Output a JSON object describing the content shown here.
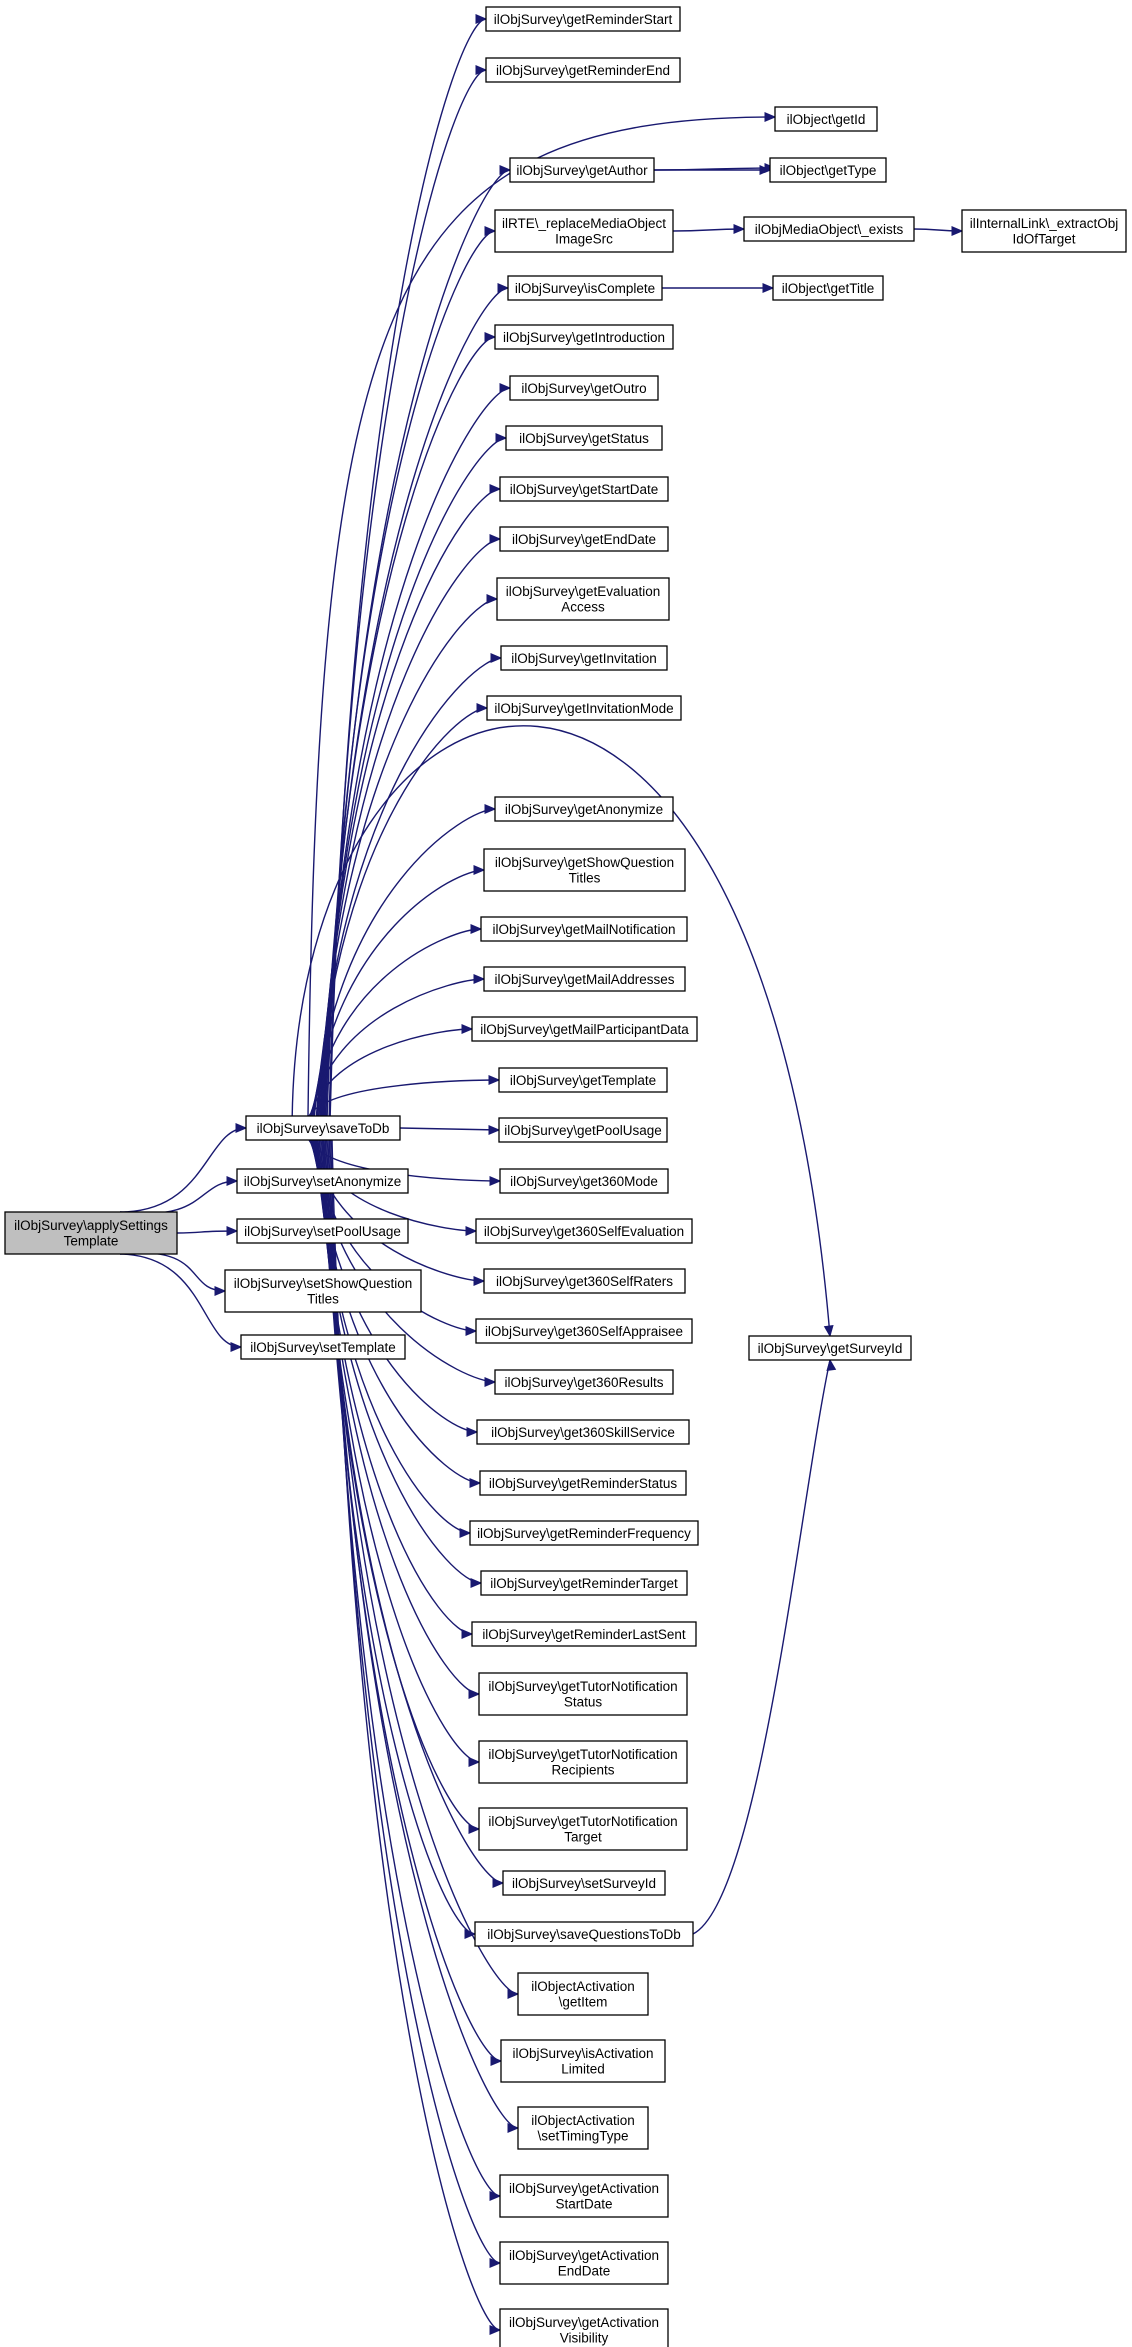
{
  "colors": {
    "edge": "#191970",
    "node_fill": "#ffffff",
    "root_fill": "#bfbfbf",
    "border": "#000000"
  },
  "nodes": [
    {
      "id": "n0",
      "lines": [
        "ilObjSurvey\\applySettings",
        "Template"
      ],
      "root": true
    },
    {
      "id": "n1",
      "lines": [
        "ilObjSurvey\\saveToDb"
      ]
    },
    {
      "id": "n2",
      "lines": [
        "ilObjSurvey\\setAnonymize"
      ]
    },
    {
      "id": "n3",
      "lines": [
        "ilObjSurvey\\setPoolUsage"
      ]
    },
    {
      "id": "n4",
      "lines": [
        "ilObjSurvey\\setShowQuestion",
        "Titles"
      ]
    },
    {
      "id": "n5",
      "lines": [
        "ilObjSurvey\\setTemplate"
      ]
    },
    {
      "id": "t1",
      "lines": [
        "ilObjSurvey\\getReminderStart"
      ]
    },
    {
      "id": "t2",
      "lines": [
        "ilObjSurvey\\getReminderEnd"
      ]
    },
    {
      "id": "t3",
      "lines": [
        "ilObjSurvey\\getAuthor"
      ]
    },
    {
      "id": "t4",
      "lines": [
        "ilRTE\\_replaceMediaObject",
        "ImageSrc"
      ]
    },
    {
      "id": "t5",
      "lines": [
        "ilObjSurvey\\isComplete"
      ]
    },
    {
      "id": "t6",
      "lines": [
        "ilObjSurvey\\getIntroduction"
      ]
    },
    {
      "id": "t7",
      "lines": [
        "ilObjSurvey\\getOutro"
      ]
    },
    {
      "id": "t8",
      "lines": [
        "ilObjSurvey\\getStatus"
      ]
    },
    {
      "id": "t9",
      "lines": [
        "ilObjSurvey\\getStartDate"
      ]
    },
    {
      "id": "t10",
      "lines": [
        "ilObjSurvey\\getEndDate"
      ]
    },
    {
      "id": "t11",
      "lines": [
        "ilObjSurvey\\getEvaluation",
        "Access"
      ]
    },
    {
      "id": "t12",
      "lines": [
        "ilObjSurvey\\getInvitation"
      ]
    },
    {
      "id": "t13",
      "lines": [
        "ilObjSurvey\\getInvitationMode"
      ]
    },
    {
      "id": "t14",
      "lines": [
        "ilObjSurvey\\getAnonymize"
      ]
    },
    {
      "id": "t15",
      "lines": [
        "ilObjSurvey\\getShowQuestion",
        "Titles"
      ]
    },
    {
      "id": "t16",
      "lines": [
        "ilObjSurvey\\getMailNotification"
      ]
    },
    {
      "id": "t17",
      "lines": [
        "ilObjSurvey\\getMailAddresses"
      ]
    },
    {
      "id": "t18",
      "lines": [
        "ilObjSurvey\\getMailParticipantData"
      ]
    },
    {
      "id": "t19",
      "lines": [
        "ilObjSurvey\\getTemplate"
      ]
    },
    {
      "id": "t20",
      "lines": [
        "ilObjSurvey\\getPoolUsage"
      ]
    },
    {
      "id": "t21",
      "lines": [
        "ilObjSurvey\\get360Mode"
      ]
    },
    {
      "id": "t22",
      "lines": [
        "ilObjSurvey\\get360SelfEvaluation"
      ]
    },
    {
      "id": "t23",
      "lines": [
        "ilObjSurvey\\get360SelfRaters"
      ]
    },
    {
      "id": "t24",
      "lines": [
        "ilObjSurvey\\get360SelfAppraisee"
      ]
    },
    {
      "id": "t25",
      "lines": [
        "ilObjSurvey\\get360Results"
      ]
    },
    {
      "id": "t26",
      "lines": [
        "ilObjSurvey\\get360SkillService"
      ]
    },
    {
      "id": "t27",
      "lines": [
        "ilObjSurvey\\getReminderStatus"
      ]
    },
    {
      "id": "t28",
      "lines": [
        "ilObjSurvey\\getReminderFrequency"
      ]
    },
    {
      "id": "t29",
      "lines": [
        "ilObjSurvey\\getReminderTarget"
      ]
    },
    {
      "id": "t30",
      "lines": [
        "ilObjSurvey\\getReminderLastSent"
      ]
    },
    {
      "id": "t31",
      "lines": [
        "ilObjSurvey\\getTutorNotification",
        "Status"
      ]
    },
    {
      "id": "t32",
      "lines": [
        "ilObjSurvey\\getTutorNotification",
        "Recipients"
      ]
    },
    {
      "id": "t33",
      "lines": [
        "ilObjSurvey\\getTutorNotification",
        "Target"
      ]
    },
    {
      "id": "t34",
      "lines": [
        "ilObjSurvey\\setSurveyId"
      ]
    },
    {
      "id": "t35",
      "lines": [
        "ilObjSurvey\\saveQuestionsToDb"
      ]
    },
    {
      "id": "t36",
      "lines": [
        "ilObjectActivation",
        "\\getItem"
      ]
    },
    {
      "id": "t37",
      "lines": [
        "ilObjSurvey\\isActivation",
        "Limited"
      ]
    },
    {
      "id": "t38",
      "lines": [
        "ilObjectActivation",
        "\\setTimingType"
      ]
    },
    {
      "id": "t39",
      "lines": [
        "ilObjSurvey\\getActivation",
        "StartDate"
      ]
    },
    {
      "id": "t40",
      "lines": [
        "ilObjSurvey\\getActivation",
        "EndDate"
      ]
    },
    {
      "id": "t41",
      "lines": [
        "ilObjSurvey\\getActivation",
        "Visibility"
      ]
    },
    {
      "id": "u1",
      "lines": [
        "ilObject\\getId"
      ]
    },
    {
      "id": "u2",
      "lines": [
        "ilObject\\getType"
      ]
    },
    {
      "id": "u3",
      "lines": [
        "ilObjMediaObject\\_exists"
      ]
    },
    {
      "id": "u4",
      "lines": [
        "ilObject\\getTitle"
      ]
    },
    {
      "id": "u5",
      "lines": [
        "ilObjSurvey\\getSurveyId"
      ]
    },
    {
      "id": "v1",
      "lines": [
        "ilInternalLink\\_extractObj",
        "IdOfTarget"
      ]
    }
  ],
  "edges": [
    [
      "n0",
      "n1"
    ],
    [
      "n0",
      "n2"
    ],
    [
      "n0",
      "n3"
    ],
    [
      "n0",
      "n4"
    ],
    [
      "n0",
      "n5"
    ],
    [
      "n1",
      "t1"
    ],
    [
      "n1",
      "t2"
    ],
    [
      "n1",
      "u1"
    ],
    [
      "n1",
      "t3"
    ],
    [
      "n1",
      "t4"
    ],
    [
      "n1",
      "t5"
    ],
    [
      "n1",
      "t6"
    ],
    [
      "n1",
      "t7"
    ],
    [
      "n1",
      "t8"
    ],
    [
      "n1",
      "t9"
    ],
    [
      "n1",
      "t10"
    ],
    [
      "n1",
      "t11"
    ],
    [
      "n1",
      "t12"
    ],
    [
      "n1",
      "t13"
    ],
    [
      "n1",
      "u5"
    ],
    [
      "n1",
      "t14"
    ],
    [
      "n1",
      "t15"
    ],
    [
      "n1",
      "t16"
    ],
    [
      "n1",
      "t17"
    ],
    [
      "n1",
      "t18"
    ],
    [
      "n1",
      "t19"
    ],
    [
      "n1",
      "t20"
    ],
    [
      "n1",
      "t21"
    ],
    [
      "n1",
      "t22"
    ],
    [
      "n1",
      "t23"
    ],
    [
      "n1",
      "t24"
    ],
    [
      "n1",
      "t25"
    ],
    [
      "n1",
      "t26"
    ],
    [
      "n1",
      "t27"
    ],
    [
      "n1",
      "t28"
    ],
    [
      "n1",
      "t29"
    ],
    [
      "n1",
      "t30"
    ],
    [
      "n1",
      "t31"
    ],
    [
      "n1",
      "t32"
    ],
    [
      "n1",
      "t33"
    ],
    [
      "n1",
      "t34"
    ],
    [
      "n1",
      "t35"
    ],
    [
      "n1",
      "t36"
    ],
    [
      "n1",
      "t37"
    ],
    [
      "n1",
      "t38"
    ],
    [
      "n1",
      "t39"
    ],
    [
      "n1",
      "t40"
    ],
    [
      "n1",
      "t41"
    ],
    [
      "t3",
      "u1"
    ],
    [
      "t3",
      "u2"
    ],
    [
      "t4",
      "u3"
    ],
    [
      "t5",
      "u4"
    ],
    [
      "t35",
      "u5"
    ],
    [
      "u3",
      "v1"
    ]
  ]
}
